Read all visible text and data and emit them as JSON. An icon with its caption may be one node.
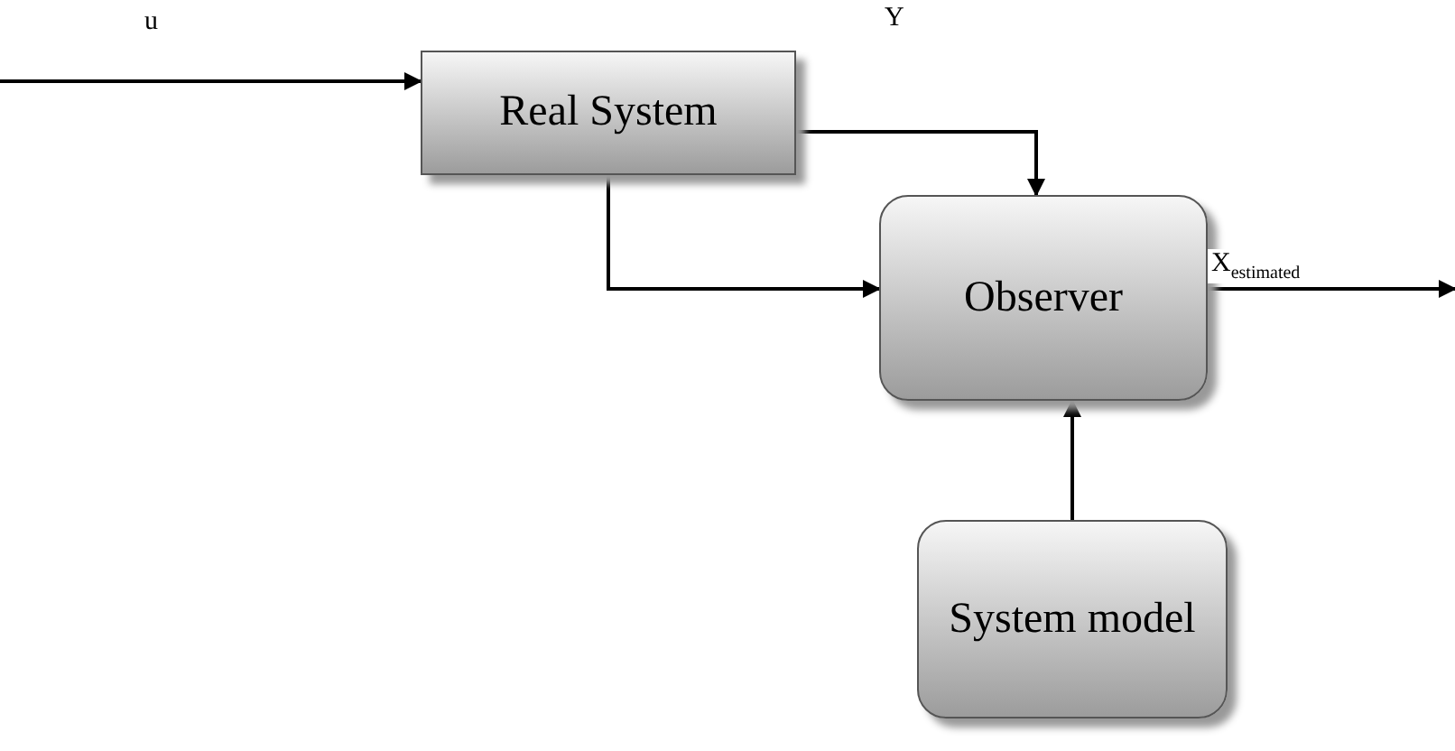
{
  "diagram": {
    "nodes": [
      {
        "text": [
          "Real System"
        ]
      },
      {
        "text": [
          "Observer"
        ]
      },
      {
        "text": [
          "System model"
        ]
      }
    ],
    "edges": [
      {
        "from": null,
        "to": 0,
        "arrow": "to",
        "label": "u"
      },
      {
        "from": 0,
        "to": 1,
        "arrow": "to",
        "label": "Y"
      },
      {
        "from": 0,
        "to": 1,
        "arrow": "to"
      },
      {
        "from": 1,
        "to": null,
        "arrow": "to",
        "label": "X$_{estimated}$"
      },
      {
        "from": 2,
        "to": 1,
        "arrow": "to"
      }
    ]
  }
}
